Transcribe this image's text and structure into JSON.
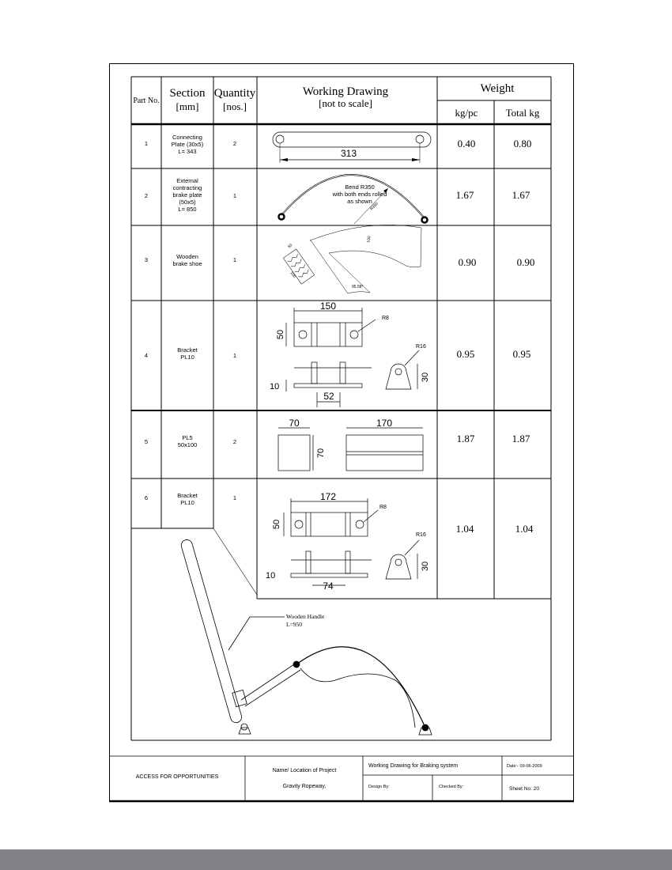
{
  "header": {
    "part_no": "Part No.",
    "section": [
      "Section",
      "[mm]"
    ],
    "quantity": [
      "Quantity",
      "[nos.]"
    ],
    "working_drawing": [
      "Working Drawing",
      "[not to scale]"
    ],
    "weight": "Weight",
    "kg_pc": "kg/pc",
    "total_kg": "Total kg"
  },
  "rows": [
    {
      "part": "1",
      "section": [
        "Connecting",
        "Plate (30x5)",
        "L= 343"
      ],
      "qty": "2",
      "kg_pc": "0.40",
      "total": "0.80"
    },
    {
      "part": "2",
      "section": [
        "External",
        "contracting",
        "brake plate",
        "(50x5)",
        "L= 850"
      ],
      "qty": "1",
      "kg_pc": "1.67",
      "total": "1.67"
    },
    {
      "part": "3",
      "section": [
        "Wooden",
        "brake shoe"
      ],
      "qty": "1",
      "kg_pc": "0.90",
      "total": "0.90"
    },
    {
      "part": "4",
      "section": [
        "Bracket",
        "PL10"
      ],
      "qty": "1",
      "kg_pc": "0.95",
      "total": "0.95"
    },
    {
      "part": "5",
      "section": [
        "PL5",
        "50x100"
      ],
      "qty": "2",
      "kg_pc": "1.87",
      "total": "1.87"
    },
    {
      "part": "6",
      "section": [
        "Bracket",
        "PL10"
      ],
      "qty": "1",
      "kg_pc": "1.04",
      "total": "1.04"
    }
  ],
  "drawings": {
    "d1": {
      "length": "313"
    },
    "d2": {
      "note": [
        "Bend R350",
        "with both ends rolled",
        "as shown"
      ],
      "radius": "R350"
    },
    "d3": {
      "w": "50",
      "h": "100",
      "thk": "100",
      "angle": "95.58°"
    },
    "d4": {
      "width": "150",
      "height": "50",
      "r_hole": "R8",
      "r_lug": "R16",
      "lug_h": "30",
      "plate_t": "10",
      "spacing": "52"
    },
    "d5": {
      "side": "70",
      "side_v": "70",
      "length": "170"
    },
    "d6": {
      "width": "172",
      "height": "50",
      "r_hole": "R8",
      "r_lug": "R16",
      "lug_h": "30",
      "plate_t": "10",
      "spacing": "74"
    },
    "assembly": {
      "handle_label": [
        "Wooden Handle",
        "L=950"
      ]
    }
  },
  "title_block": {
    "organization": "ACCESS FOR OPPORTUNITIES",
    "project_label": "Name/ Location of Project",
    "project_name": "Gravity Ropeway,",
    "drawing_title": "Working Drawing for Braking system",
    "date": "Date:- 09-06-2009",
    "design_by": "Design By:",
    "checked_by": "Checked By:",
    "sheet": "Sheet No: 20"
  }
}
